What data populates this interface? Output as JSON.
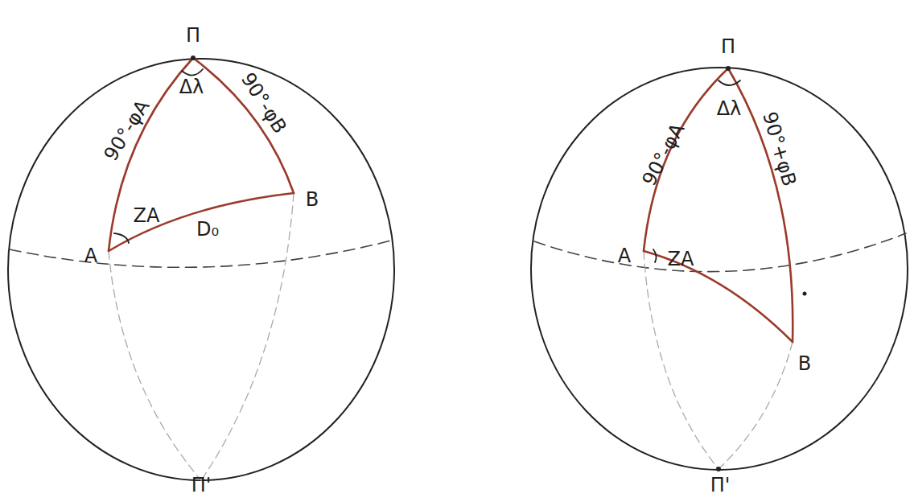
{
  "diagram": {
    "labels": [
      "Π",
      "90°-φA",
      "Δλ",
      "90°-φB",
      "ZA",
      "A",
      "D₀",
      "B",
      "Π'",
      "Π",
      "90°-φA",
      "Δλ",
      "90°+φB",
      "A",
      "ZA",
      "B",
      "Π'"
    ]
  }
}
